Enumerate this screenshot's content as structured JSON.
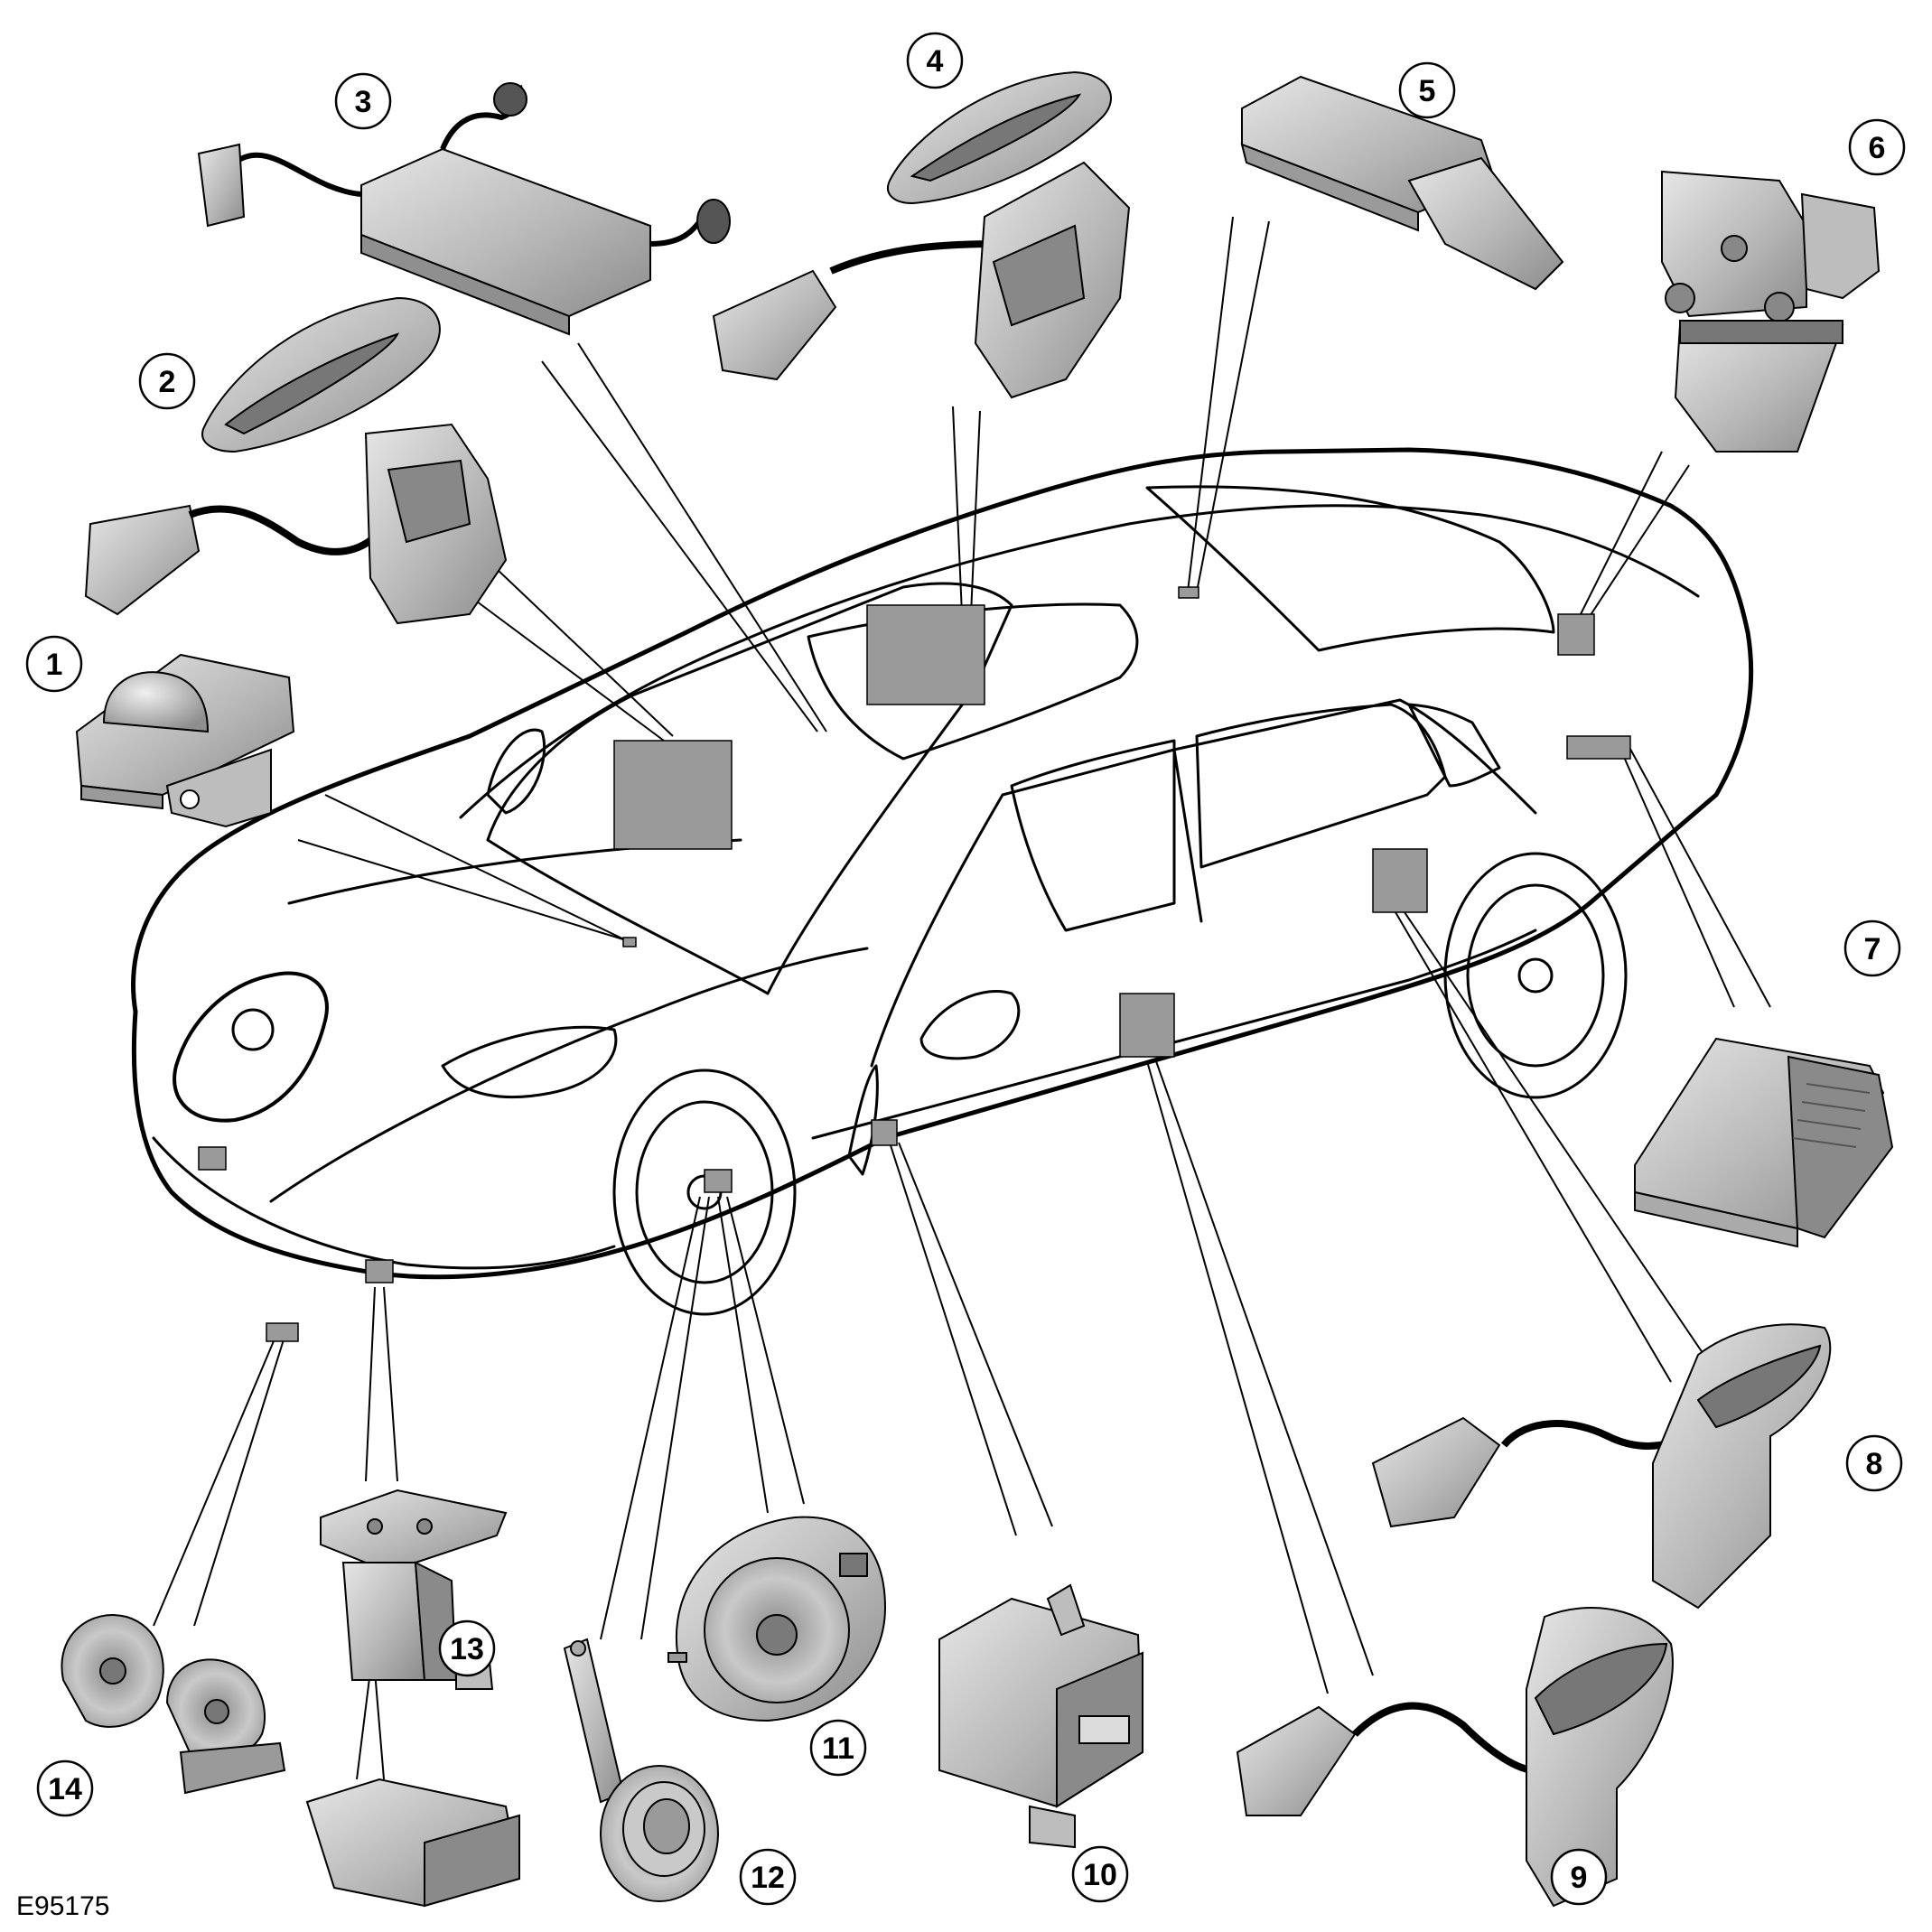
{
  "figure_id": "E95175",
  "callouts": [
    "1",
    "2",
    "3",
    "4",
    "5",
    "6",
    "7",
    "8",
    "9",
    "10",
    "11",
    "12",
    "13",
    "14"
  ],
  "colors": {
    "line": "#000000",
    "component_fill": "#bdbdbd",
    "component_dark": "#8a8a8a",
    "component_light": "#e2e2e2",
    "background": "#ffffff"
  }
}
